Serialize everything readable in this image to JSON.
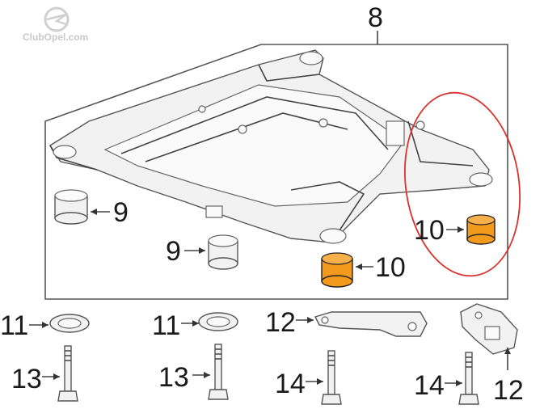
{
  "watermark": "ClubOpel.com",
  "colors": {
    "highlight_bushing": "#f39a1c",
    "circle_annotation": "#d9322e",
    "line": "#444444"
  },
  "callouts": {
    "label_8": "8",
    "label_9_a": "9",
    "label_9_b": "9",
    "label_10_a": "10",
    "label_10_b": "10",
    "label_11_a": "11",
    "label_11_b": "11",
    "label_12_a": "12",
    "label_12_b": "12",
    "label_13_a": "13",
    "label_13_b": "13",
    "label_14_a": "14",
    "label_14_b": "14"
  }
}
